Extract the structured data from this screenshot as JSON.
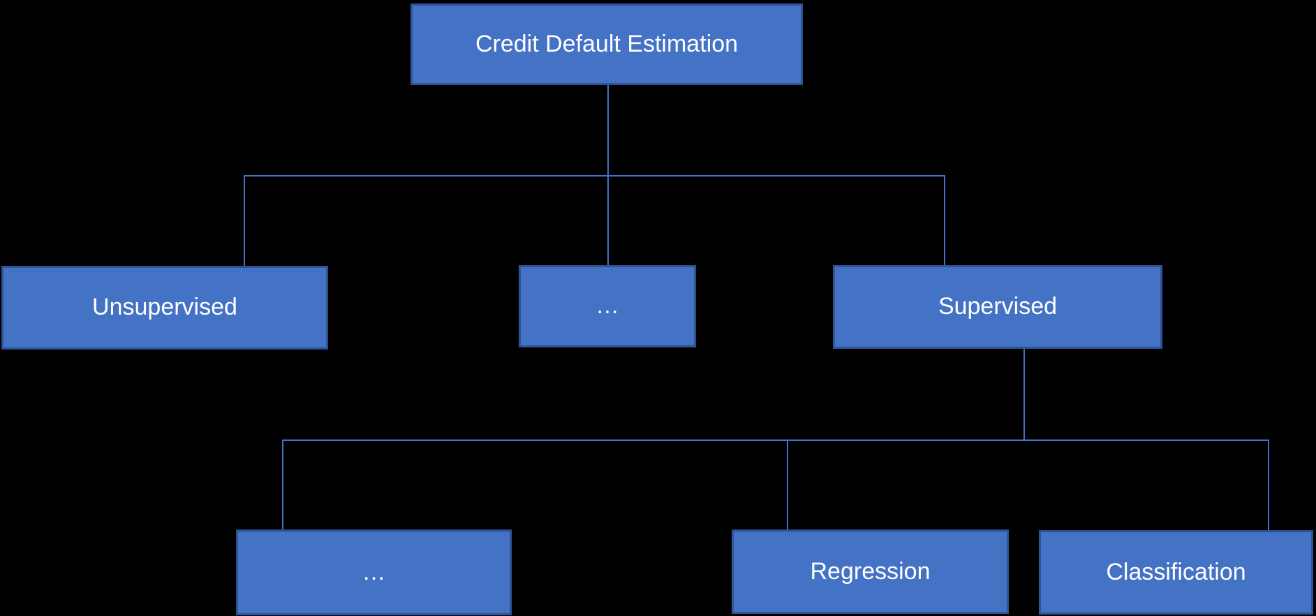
{
  "diagram": {
    "type": "hierarchy",
    "title": "Credit Default Estimation",
    "tree": {
      "label": "Credit Default Estimation",
      "children": [
        {
          "label": "Unsupervised",
          "children": []
        },
        {
          "label": "…",
          "children": []
        },
        {
          "label": "Supervised",
          "children": [
            {
              "label": "…"
            },
            {
              "label": "Regression"
            },
            {
              "label": "Classification"
            }
          ]
        }
      ]
    },
    "colors": {
      "background": "#000000",
      "node_fill": "#4472C4",
      "node_border": "#2F5496",
      "connector": "#4472C4",
      "text": "#FFFFFF"
    }
  }
}
